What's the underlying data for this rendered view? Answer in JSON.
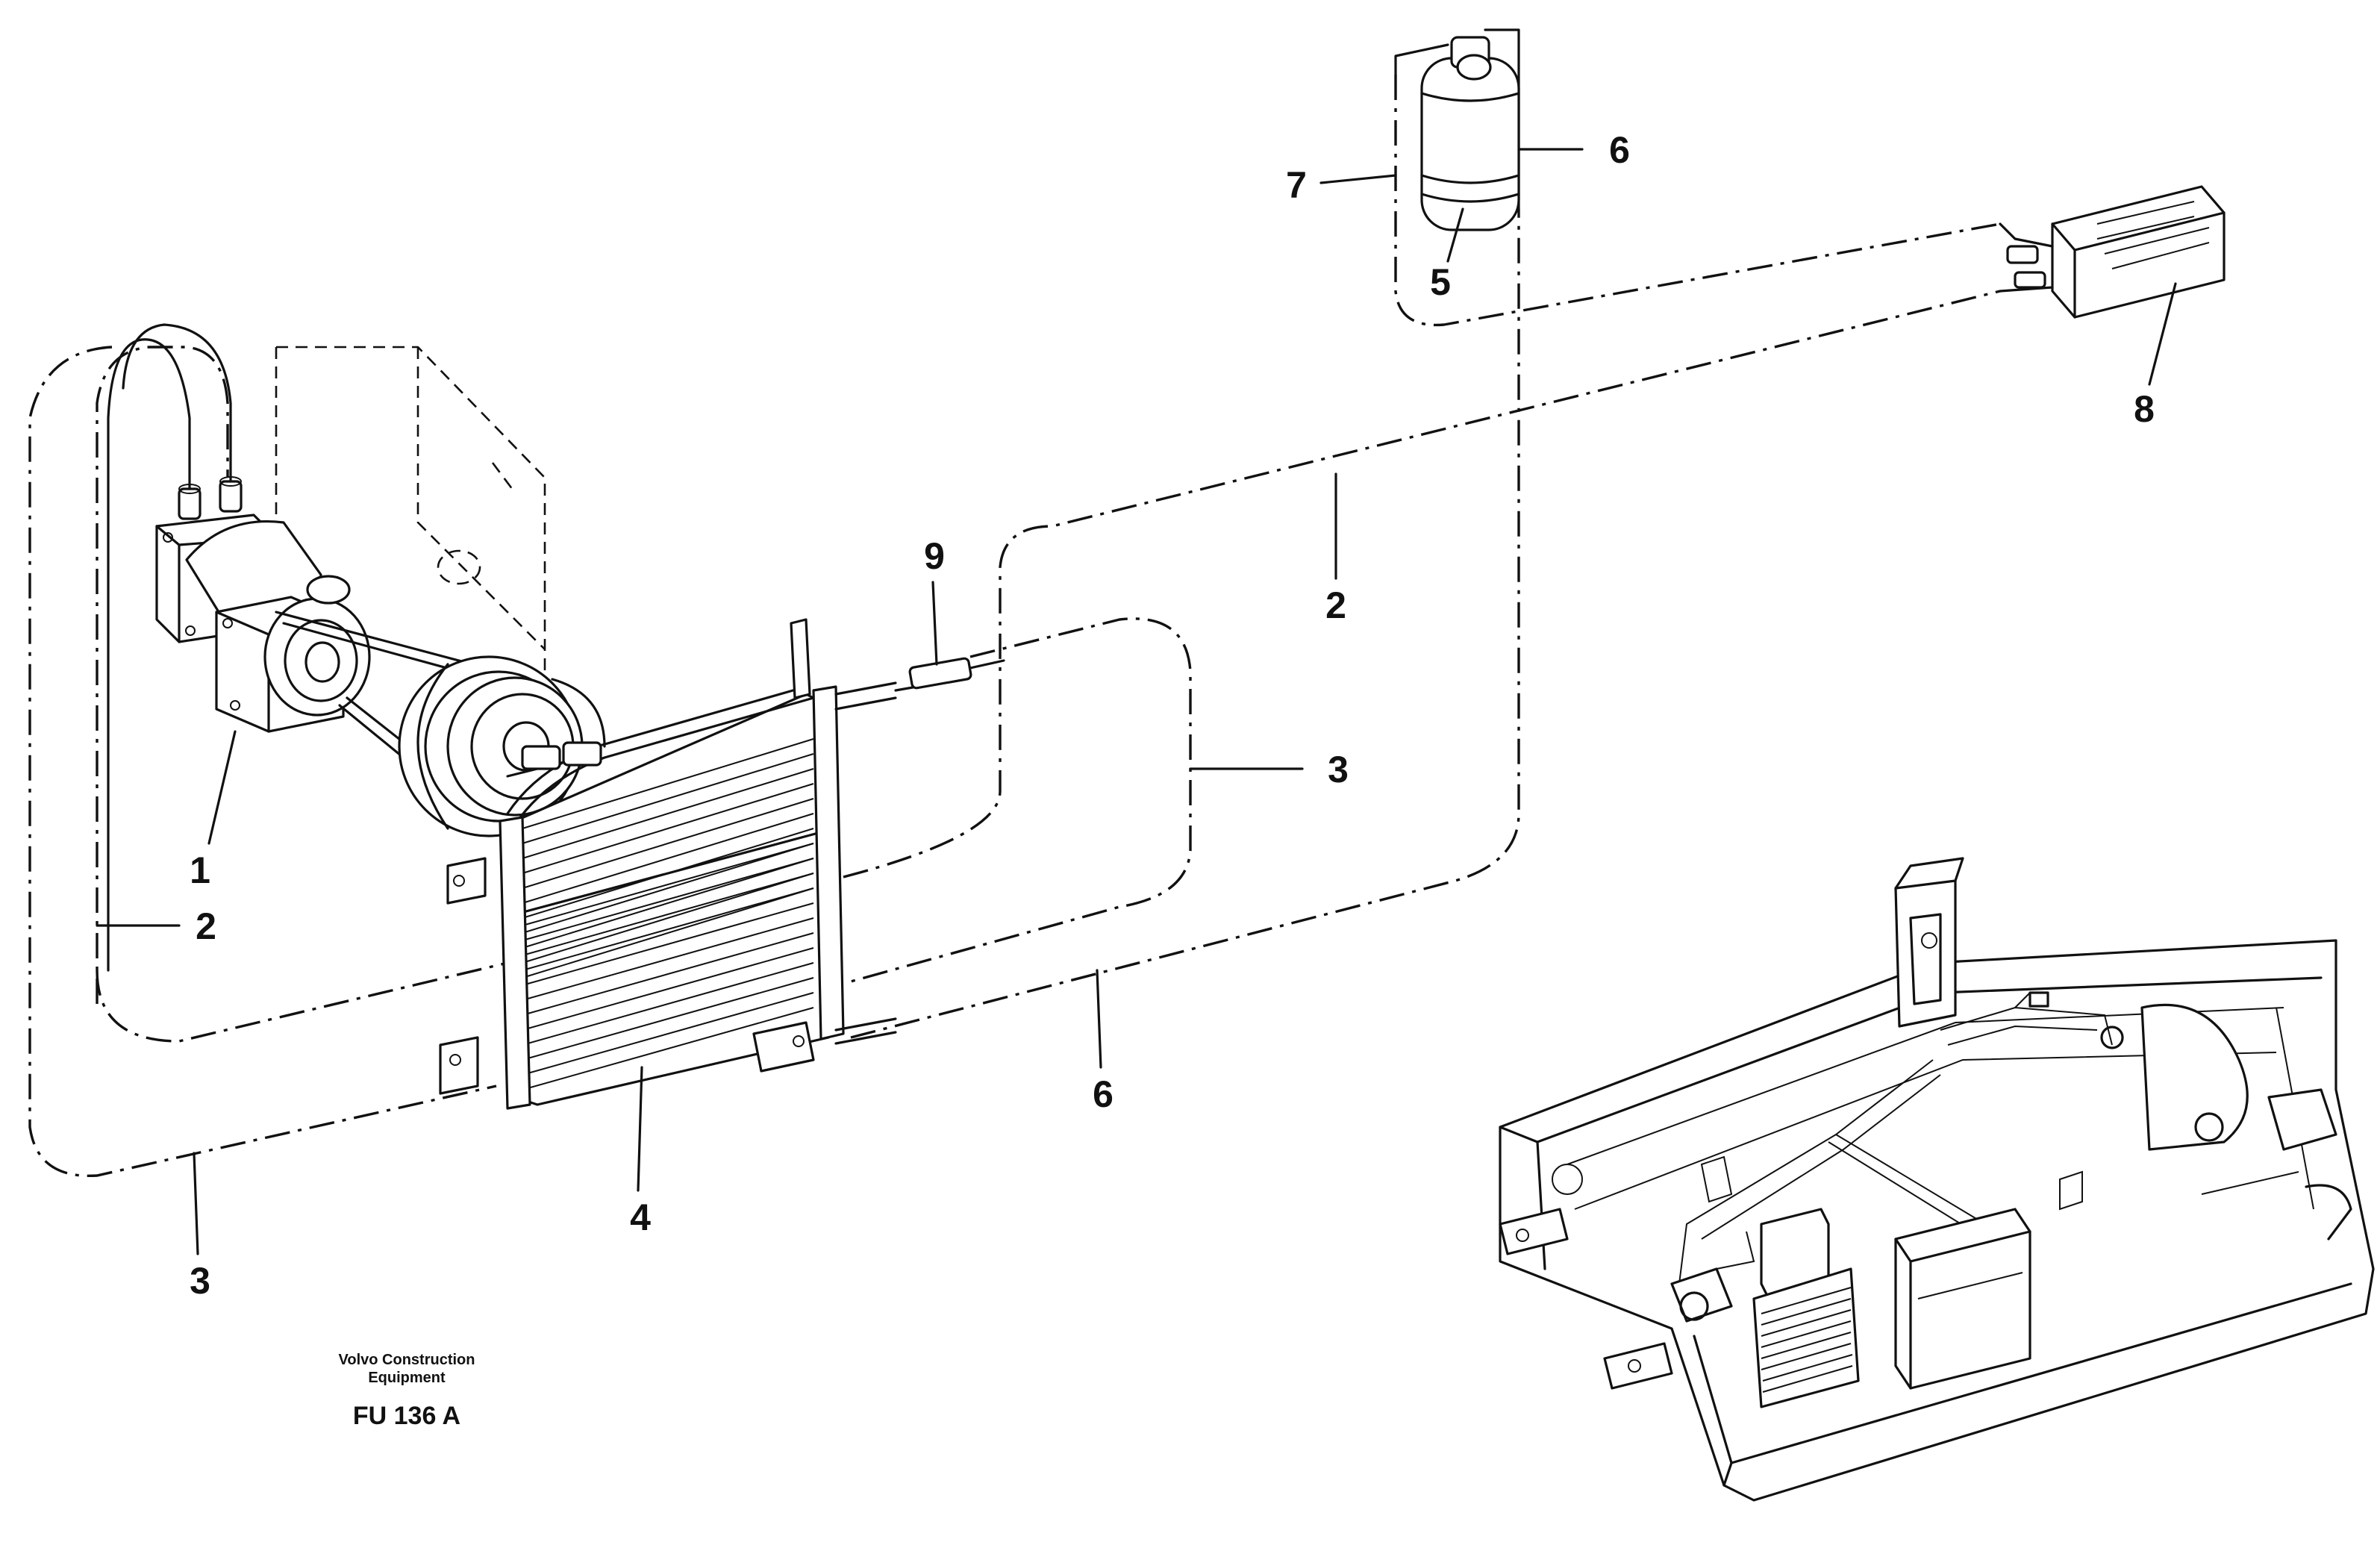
{
  "callouts": {
    "c1": "1",
    "c2a": "2",
    "c2b": "2",
    "c3a": "3",
    "c3b": "3",
    "c4": "4",
    "c5": "5",
    "c6a": "6",
    "c6b": "6",
    "c7": "7",
    "c8": "8",
    "c9": "9"
  },
  "caption": {
    "company_line1": "Volvo Construction",
    "company_line2": "Equipment",
    "figure_id": "FU 136 A"
  }
}
